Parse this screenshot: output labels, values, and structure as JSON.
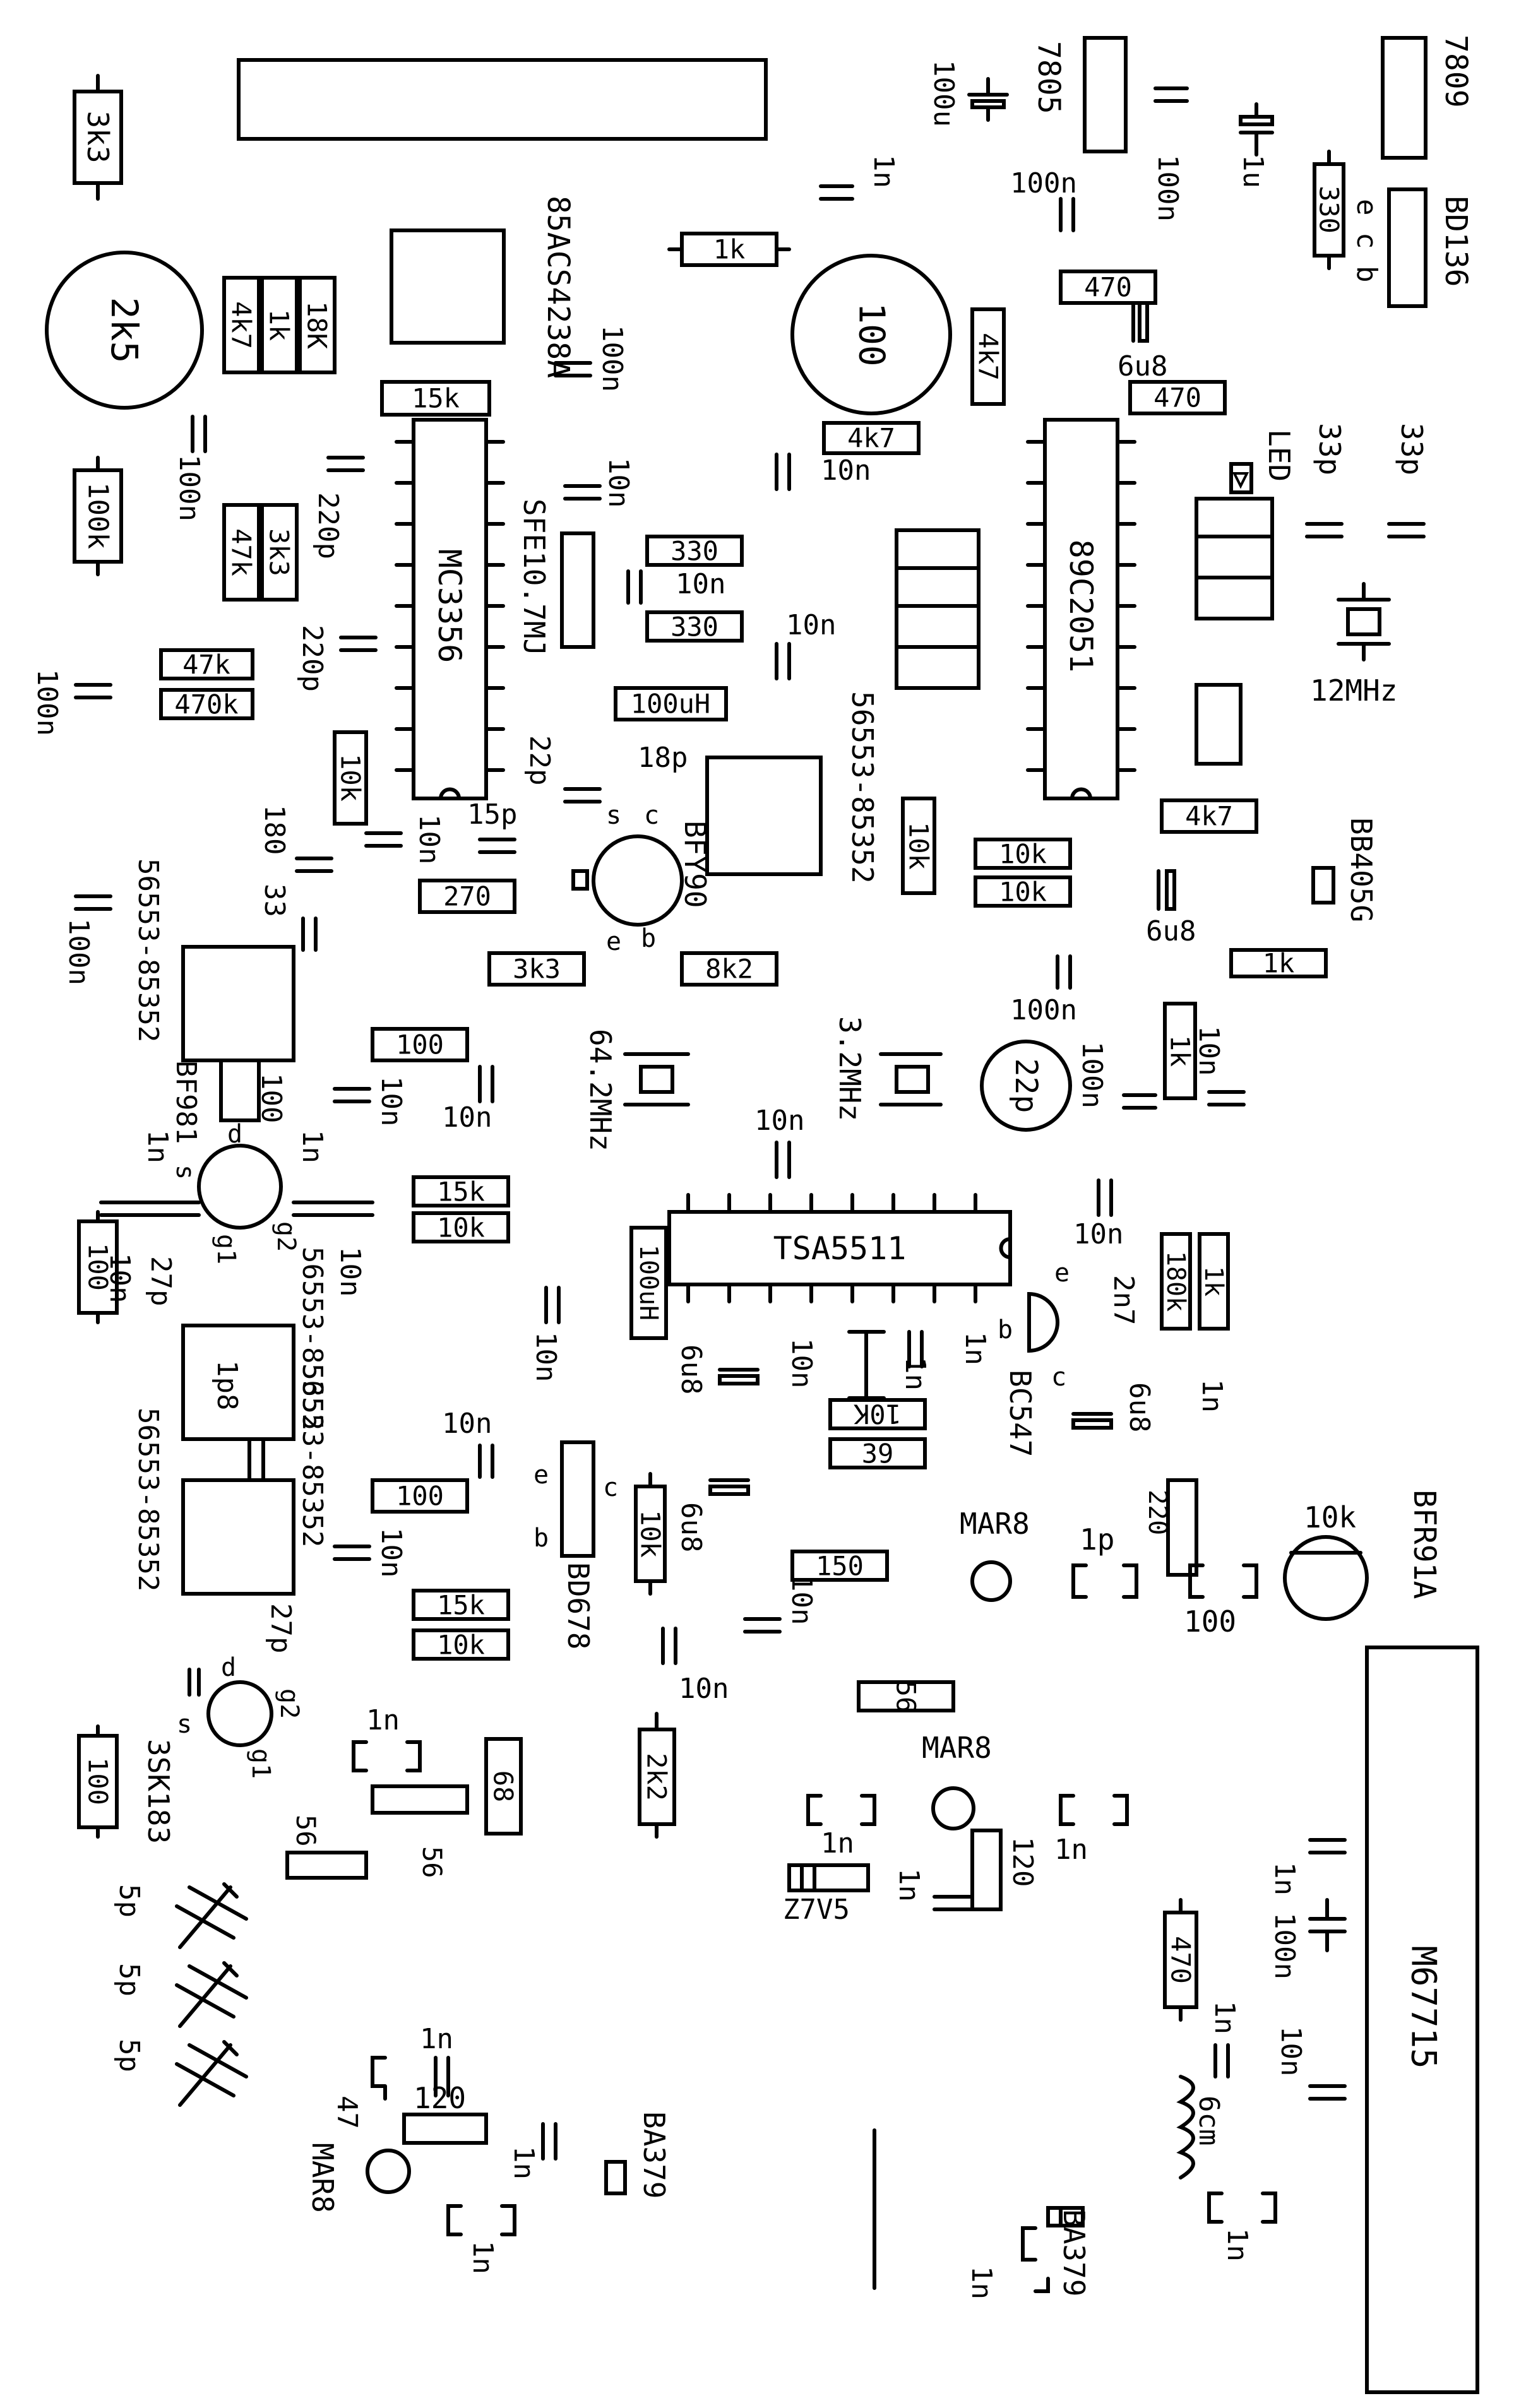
{
  "diagram": {
    "kind": "pcb-component-placement",
    "ink_color": "#000000",
    "background_color": "#ffffff",
    "chips": {
      "mc3356": "MC3356",
      "uc89c2051": "89C2051",
      "tsa5511": "TSA5511",
      "m67715": "M67715",
      "saw_filter": "85ACS4238A",
      "ceramic_filter": "SFE10.7MJ"
    },
    "regulators": {
      "r7805": "7805",
      "r7809": "7809",
      "bd136": "BD136",
      "bd136_pins": "e c b",
      "bd678": "BD678"
    },
    "transistors": {
      "bfy90": "BFY90",
      "bf981": "BF981",
      "sk183": "3SK183",
      "bc547": "BC547",
      "bfr91a": "BFR91A",
      "mar8_a": "MAR8",
      "mar8_b": "MAR8",
      "mar8_c": "MAR8"
    },
    "pins": {
      "s": "s",
      "c": "c",
      "e": "e",
      "b": "b",
      "d": "d",
      "g1": "g1",
      "g2": "g2"
    },
    "coils": {
      "coil_code": "56553-85352",
      "coil_1p8": "1p8"
    },
    "crystals": {
      "x12": "12MHz",
      "x64": "64.2MHz",
      "x32": "3.2MHz"
    },
    "diodes": {
      "led": "LED",
      "bb405g": "BB405G",
      "ba379_a": "BA379",
      "ba379_b": "BA379",
      "z7v5": "Z7V5"
    },
    "trimmers": {
      "t2k5": "2k5",
      "t100": "100",
      "t22p": "22p"
    },
    "inductors": {
      "l6cm": "6cm",
      "l100uh_h": "100uH",
      "l100uh_v": "100uH"
    },
    "resistors": {
      "r3k3_top": "3k3",
      "r4k7_a": "4k7",
      "r1k_a": "1k",
      "r18k_a": "18K",
      "r15k_a": "15k",
      "r100k": "100k",
      "r47k_v": "47k",
      "r3k3_v": "3k3",
      "r47k_h": "47k",
      "r470k": "470k",
      "r10k_a": "10k",
      "r270": "270",
      "r3k3_h": "3k3",
      "r8k2": "8k2",
      "r1k_b": "1k",
      "r4k7_b": "4k7",
      "r4k7_c": "4k7",
      "r470_a": "470",
      "r470_b": "470",
      "r330_a": "330",
      "r330_b": "330",
      "r330_c": "330",
      "r10k_b": "10k",
      "r10k_c": "10k",
      "r10k_d": "10k",
      "r4k7_d": "4k7",
      "r1k_c": "1k",
      "r1k_d": "1k",
      "r100_a": "100",
      "r15k_b": "15k",
      "r10k_e": "10k",
      "r100_b": "100",
      "r100_c": "100",
      "r15k_c": "15k",
      "r10k_f": "10k",
      "r100_d": "100",
      "r180k": "180k",
      "r1k_e": "1k",
      "r10k_g": "10K",
      "r39": "39",
      "r10k_h": "10k",
      "r150": "150",
      "r56_a": "56",
      "r56_b": "56",
      "r56_c": "56",
      "r68": "68",
      "r2k2": "2k2",
      "r120_a": "120",
      "r120_b": "120",
      "r470_c": "470",
      "r220": "220",
      "r10k_i": "10k",
      "r100_e": "100",
      "r100_f": "100",
      "r47": "47"
    },
    "capacitors": {
      "c100u": "100u",
      "c100n_1": "100n",
      "c1u": "1u",
      "c1n_1": "1n",
      "c100n_2": "100n",
      "c100n_3": "100n",
      "c6u8_1": "6u8",
      "c33p_1": "33p",
      "c33p_2": "33p",
      "c10n_1": "10n",
      "c10n_2": "10n",
      "c10n_3": "10n",
      "c220p_1": "220p",
      "c220p_2": "220p",
      "c100n_4": "100n",
      "c100n_5": "100n",
      "c10n_4": "10n",
      "c18p": "18p",
      "c22p": "22p",
      "c15p": "15p",
      "c10n_5": "10n",
      "c180": "180",
      "c33": "33",
      "c100n_6": "100n",
      "c6u8_2": "6u8",
      "c100n_7": "100n",
      "c100n_8": "100n",
      "c10n_6": "10n",
      "c10n_7": "10n",
      "c10n_8": "10n",
      "c10n_9": "10n",
      "c1n_2": "1n",
      "c1n_3": "1n",
      "c10n_10": "10n",
      "c27p_1": "27p",
      "c10n_11": "10n",
      "c10n_12": "10n",
      "c10n_13": "10n",
      "c10n_14": "10n",
      "c2n7": "2n7",
      "c6u8_3": "6u8",
      "c1n_4": "1n",
      "c10n_15": "10n",
      "c1n_5": "1n",
      "c1n_6": "1n",
      "c6u8_4": "6u8",
      "c6u8_5": "6u8",
      "c10n_16": "10n",
      "c10n_17": "10n",
      "c10n_18": "10n",
      "c10n_19": "10n",
      "c27p_2": "27p",
      "c1p": "1p",
      "c1n_7": "1n",
      "c1n_8": "1n",
      "c1n_9": "1n",
      "c1n_10": "1n",
      "c1n_11": "1n",
      "c100n_9": "100n",
      "c1n_12": "1n",
      "c10n_20": "10n",
      "c1n_13": "1n",
      "c1n_14": "1n",
      "c1n_15": "1n",
      "c1n_16": "1n",
      "c1n_17": "1n",
      "c5p_1": "5p",
      "c5p_2": "5p",
      "c5p_3": "5p",
      "c10n_21": "10n"
    }
  }
}
